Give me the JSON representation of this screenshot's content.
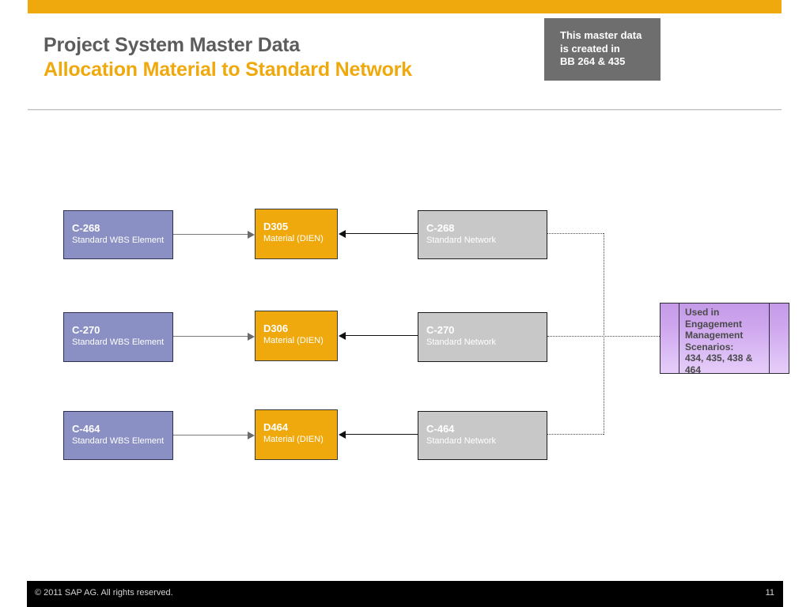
{
  "slide": {
    "title_line1": "Project System Master Data",
    "title_line2": "Allocation Material to Standard Network",
    "accent_color": "#efa90d",
    "title_color": "#5c5c5c"
  },
  "note": {
    "line1": "This master data",
    "line2": "is created in",
    "line3": "BB 264 & 435",
    "background": "#6e6e6e",
    "text_color": "#ffffff"
  },
  "diagram": {
    "rows": [
      {
        "wbs": {
          "code": "C-268",
          "type": "Standard WBS Element",
          "color": "#8a8fc4"
        },
        "material": {
          "code": "D305",
          "type": "Material (DIEN)",
          "color": "#efa90d"
        },
        "network": {
          "code": "C-268",
          "type": "Standard Network",
          "color": "#c8c8c8"
        }
      },
      {
        "wbs": {
          "code": "C-270",
          "type": "Standard WBS Element",
          "color": "#8a8fc4"
        },
        "material": {
          "code": "D306",
          "type": "Material (DIEN)",
          "color": "#efa90d"
        },
        "network": {
          "code": "C-270",
          "type": "Standard Network",
          "color": "#c8c8c8"
        }
      },
      {
        "wbs": {
          "code": "C-464",
          "type": "Standard WBS Element",
          "color": "#8a8fc4"
        },
        "material": {
          "code": "D464",
          "type": "Material (DIEN)",
          "color": "#efa90d"
        },
        "network": {
          "code": "C-464",
          "type": "Standard Network",
          "color": "#c8c8c8"
        }
      }
    ],
    "callout": {
      "line1": "Used in",
      "line2": "Engagement",
      "line3": "Management",
      "line4": "Scenarios:",
      "line5": "434, 435, 438 &",
      "line6": "464",
      "color": "#cfa7ee",
      "text_color": "#4a4a4a"
    }
  },
  "footer": {
    "copyright": "©  2011 SAP AG. All rights reserved.",
    "page_number": "11",
    "background": "#000000"
  }
}
